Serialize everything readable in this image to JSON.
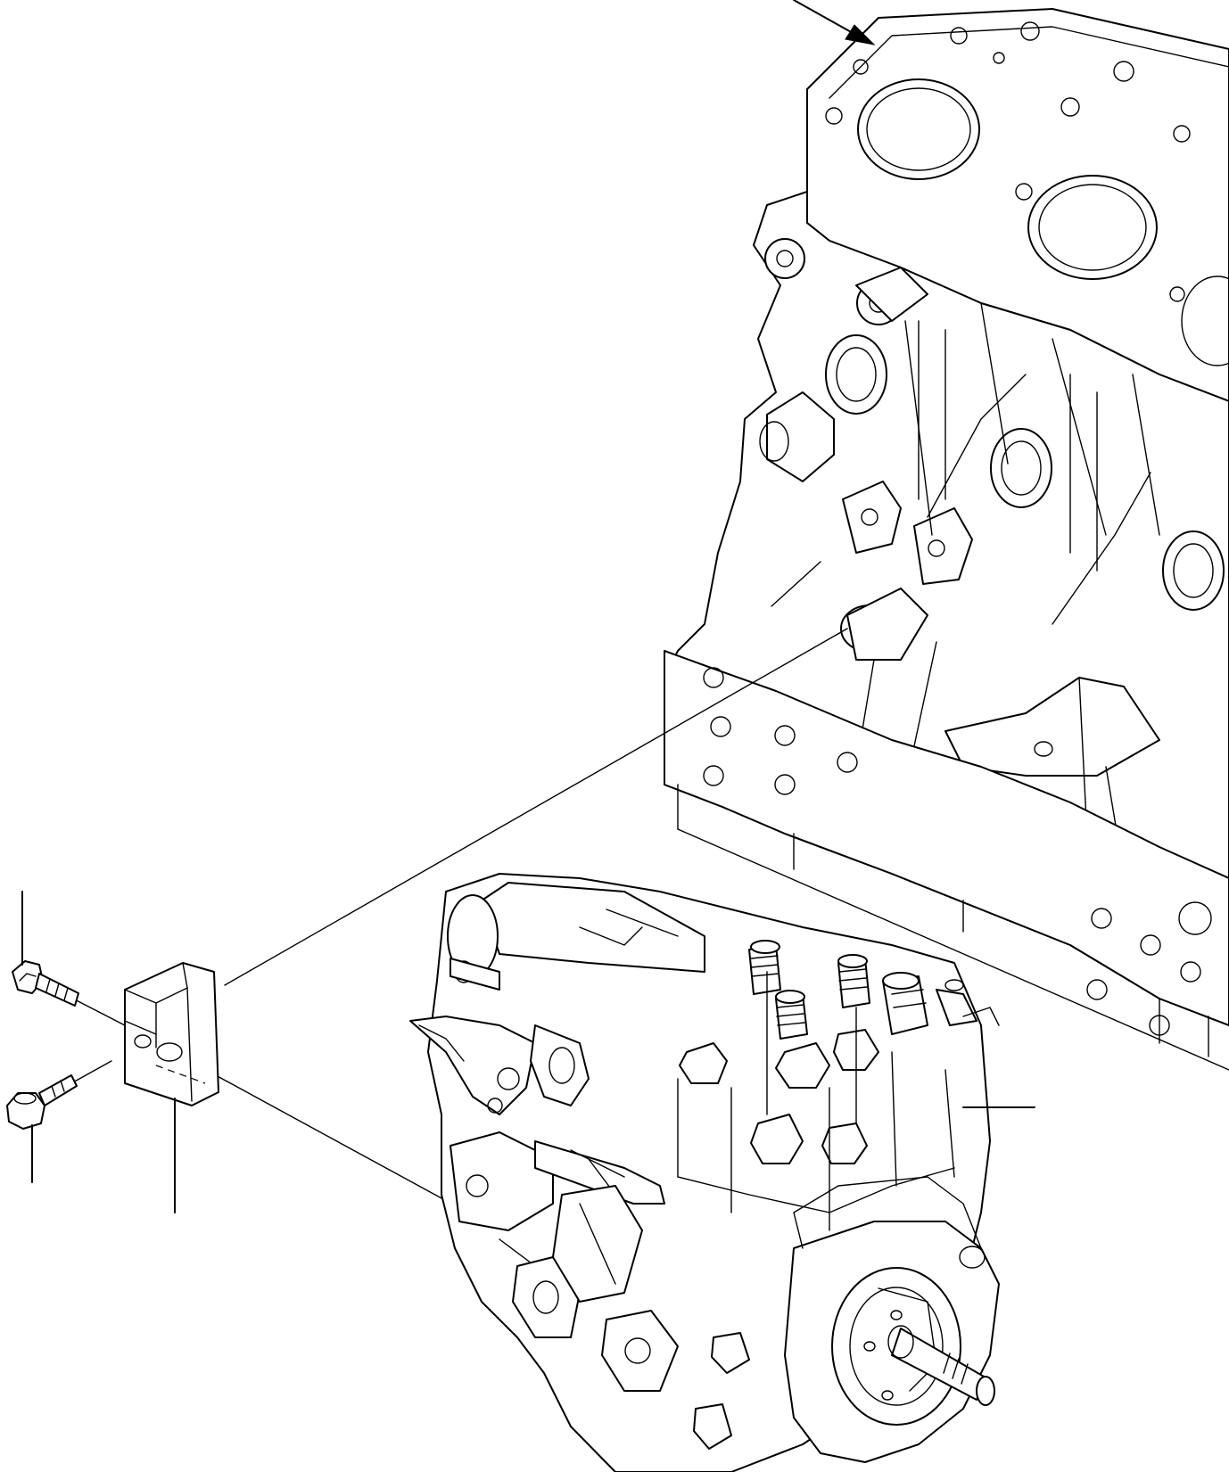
{
  "diagram": {
    "kind": "exploded-parts-view",
    "components": [
      {
        "id": "cylinder-block",
        "icon": "engine-block-icon"
      },
      {
        "id": "fuel-injection-pump",
        "icon": "injection-pump-icon"
      },
      {
        "id": "mounting-bracket",
        "icon": "bracket-icon"
      },
      {
        "id": "upper-flange-bolt",
        "icon": "bolt-icon"
      },
      {
        "id": "lower-flange-bolt",
        "icon": "bolt-icon"
      }
    ],
    "callouts": [
      {
        "id": "callout-block-arrow",
        "target": "cylinder-block",
        "style": "arrow"
      },
      {
        "id": "callout-upper-bolt",
        "target": "upper-flange-bolt",
        "style": "leader"
      },
      {
        "id": "callout-lower-bolt",
        "target": "lower-flange-bolt",
        "style": "leader"
      },
      {
        "id": "callout-bracket",
        "target": "mounting-bracket",
        "style": "leader"
      },
      {
        "id": "callout-pump",
        "target": "fuel-injection-pump",
        "style": "leader"
      }
    ],
    "line_color": "#000000",
    "background": "#ffffff"
  }
}
